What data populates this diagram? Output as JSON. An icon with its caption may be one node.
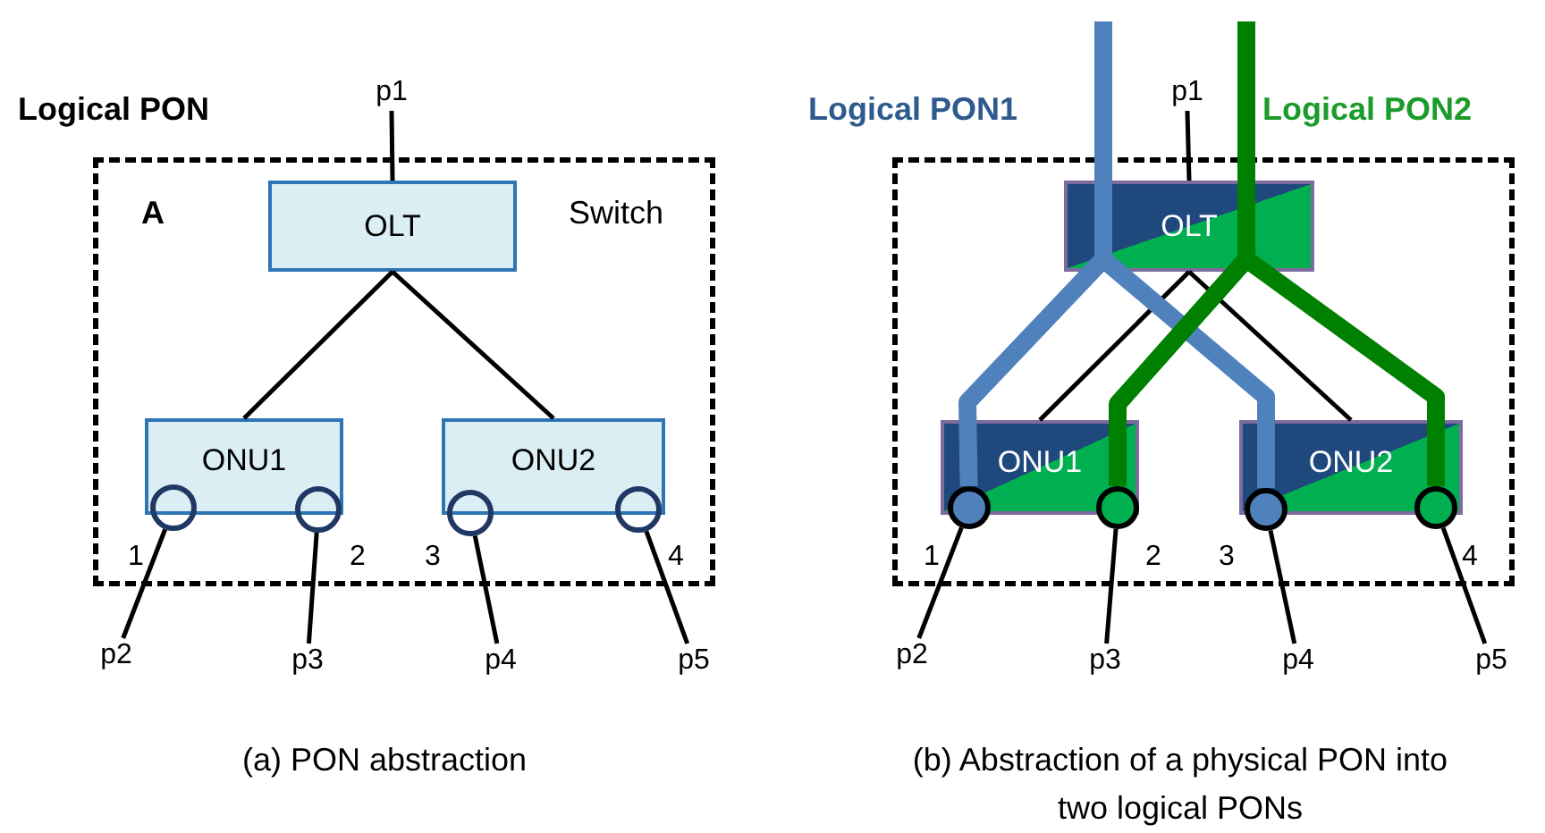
{
  "diagram": {
    "nodes": [
      {
        "text": [
          "A",
          "Switch"
        ]
      },
      {
        "text": [
          "OLT"
        ],
        "in": 0
      },
      {
        "text": [
          "ONU1"
        ],
        "in": 0
      },
      {
        "text": [
          "ONU2"
        ],
        "in": 0
      },
      {
        "text": [],
        "shape": "circle",
        "beside": [
          "1"
        ],
        "in": 0
      },
      {
        "text": [],
        "shape": "circle",
        "beside": [
          "2"
        ],
        "in": 0
      },
      {
        "text": [],
        "shape": "circle",
        "beside": [
          "3"
        ],
        "in": 0
      },
      {
        "text": [],
        "shape": "circle",
        "beside": [
          "4"
        ],
        "in": 0
      },
      {
        "text": [
          "p1"
        ]
      },
      {
        "text": [
          "p2"
        ]
      },
      {
        "text": [
          "p3"
        ]
      },
      {
        "text": [
          "p4"
        ]
      },
      {
        "text": [
          "p5"
        ]
      },
      {
        "text": [],
        "shape": "box"
      },
      {
        "text": [
          "OLT"
        ],
        "in": 13
      },
      {
        "text": [
          "ONU1"
        ],
        "in": 13
      },
      {
        "text": [
          "ONU2"
        ],
        "in": 13
      },
      {
        "text": [],
        "shape": "circle",
        "beside": [
          "1"
        ],
        "in": 13
      },
      {
        "text": [],
        "shape": "circle",
        "beside": [
          "2"
        ],
        "in": 13
      },
      {
        "text": [],
        "shape": "circle",
        "beside": [
          "3"
        ],
        "in": 13
      },
      {
        "text": [],
        "shape": "circle",
        "beside": [
          "4"
        ],
        "in": 13
      },
      {
        "text": [
          "p1"
        ]
      },
      {
        "text": [
          "p2"
        ]
      },
      {
        "text": [
          "p3"
        ]
      },
      {
        "text": [
          "p4"
        ]
      },
      {
        "text": [
          "p5"
        ]
      }
    ],
    "edges": [
      {
        "from": 8,
        "to": 1,
        "arrow": "none"
      },
      {
        "from": 1,
        "to": 2,
        "arrow": "none"
      },
      {
        "from": 1,
        "to": 3,
        "arrow": "none"
      },
      {
        "from": 4,
        "to": 9,
        "arrow": "none"
      },
      {
        "from": 5,
        "to": 10,
        "arrow": "none"
      },
      {
        "from": 6,
        "to": 11,
        "arrow": "none"
      },
      {
        "from": 7,
        "to": 12,
        "arrow": "none"
      },
      {
        "from": 21,
        "to": 14,
        "arrow": "none"
      },
      {
        "from": 14,
        "to": 15,
        "arrow": "none"
      },
      {
        "from": 14,
        "to": 16,
        "arrow": "none"
      },
      {
        "from": 17,
        "to": 22,
        "arrow": "none"
      },
      {
        "from": 18,
        "to": 23,
        "arrow": "none"
      },
      {
        "from": 19,
        "to": 24,
        "arrow": "none"
      },
      {
        "from": 20,
        "to": 25,
        "arrow": "none"
      },
      {
        "from": null,
        "to": 17,
        "arrow": "none",
        "style": "thick",
        "color": "#4f81bd"
      },
      {
        "from": null,
        "to": 19,
        "arrow": "none",
        "style": "thick",
        "color": "#4f81bd"
      },
      {
        "from": null,
        "to": 18,
        "arrow": "none",
        "style": "thick",
        "color": "#008000"
      },
      {
        "from": null,
        "to": 20,
        "arrow": "none",
        "style": "thick",
        "color": "#008000"
      }
    ],
    "labels": [
      "Logical PON",
      "Logical PON1",
      "Logical PON2",
      "(a) PON abstraction",
      "(b) Abstraction of a physical PON into two logical PONs"
    ]
  }
}
